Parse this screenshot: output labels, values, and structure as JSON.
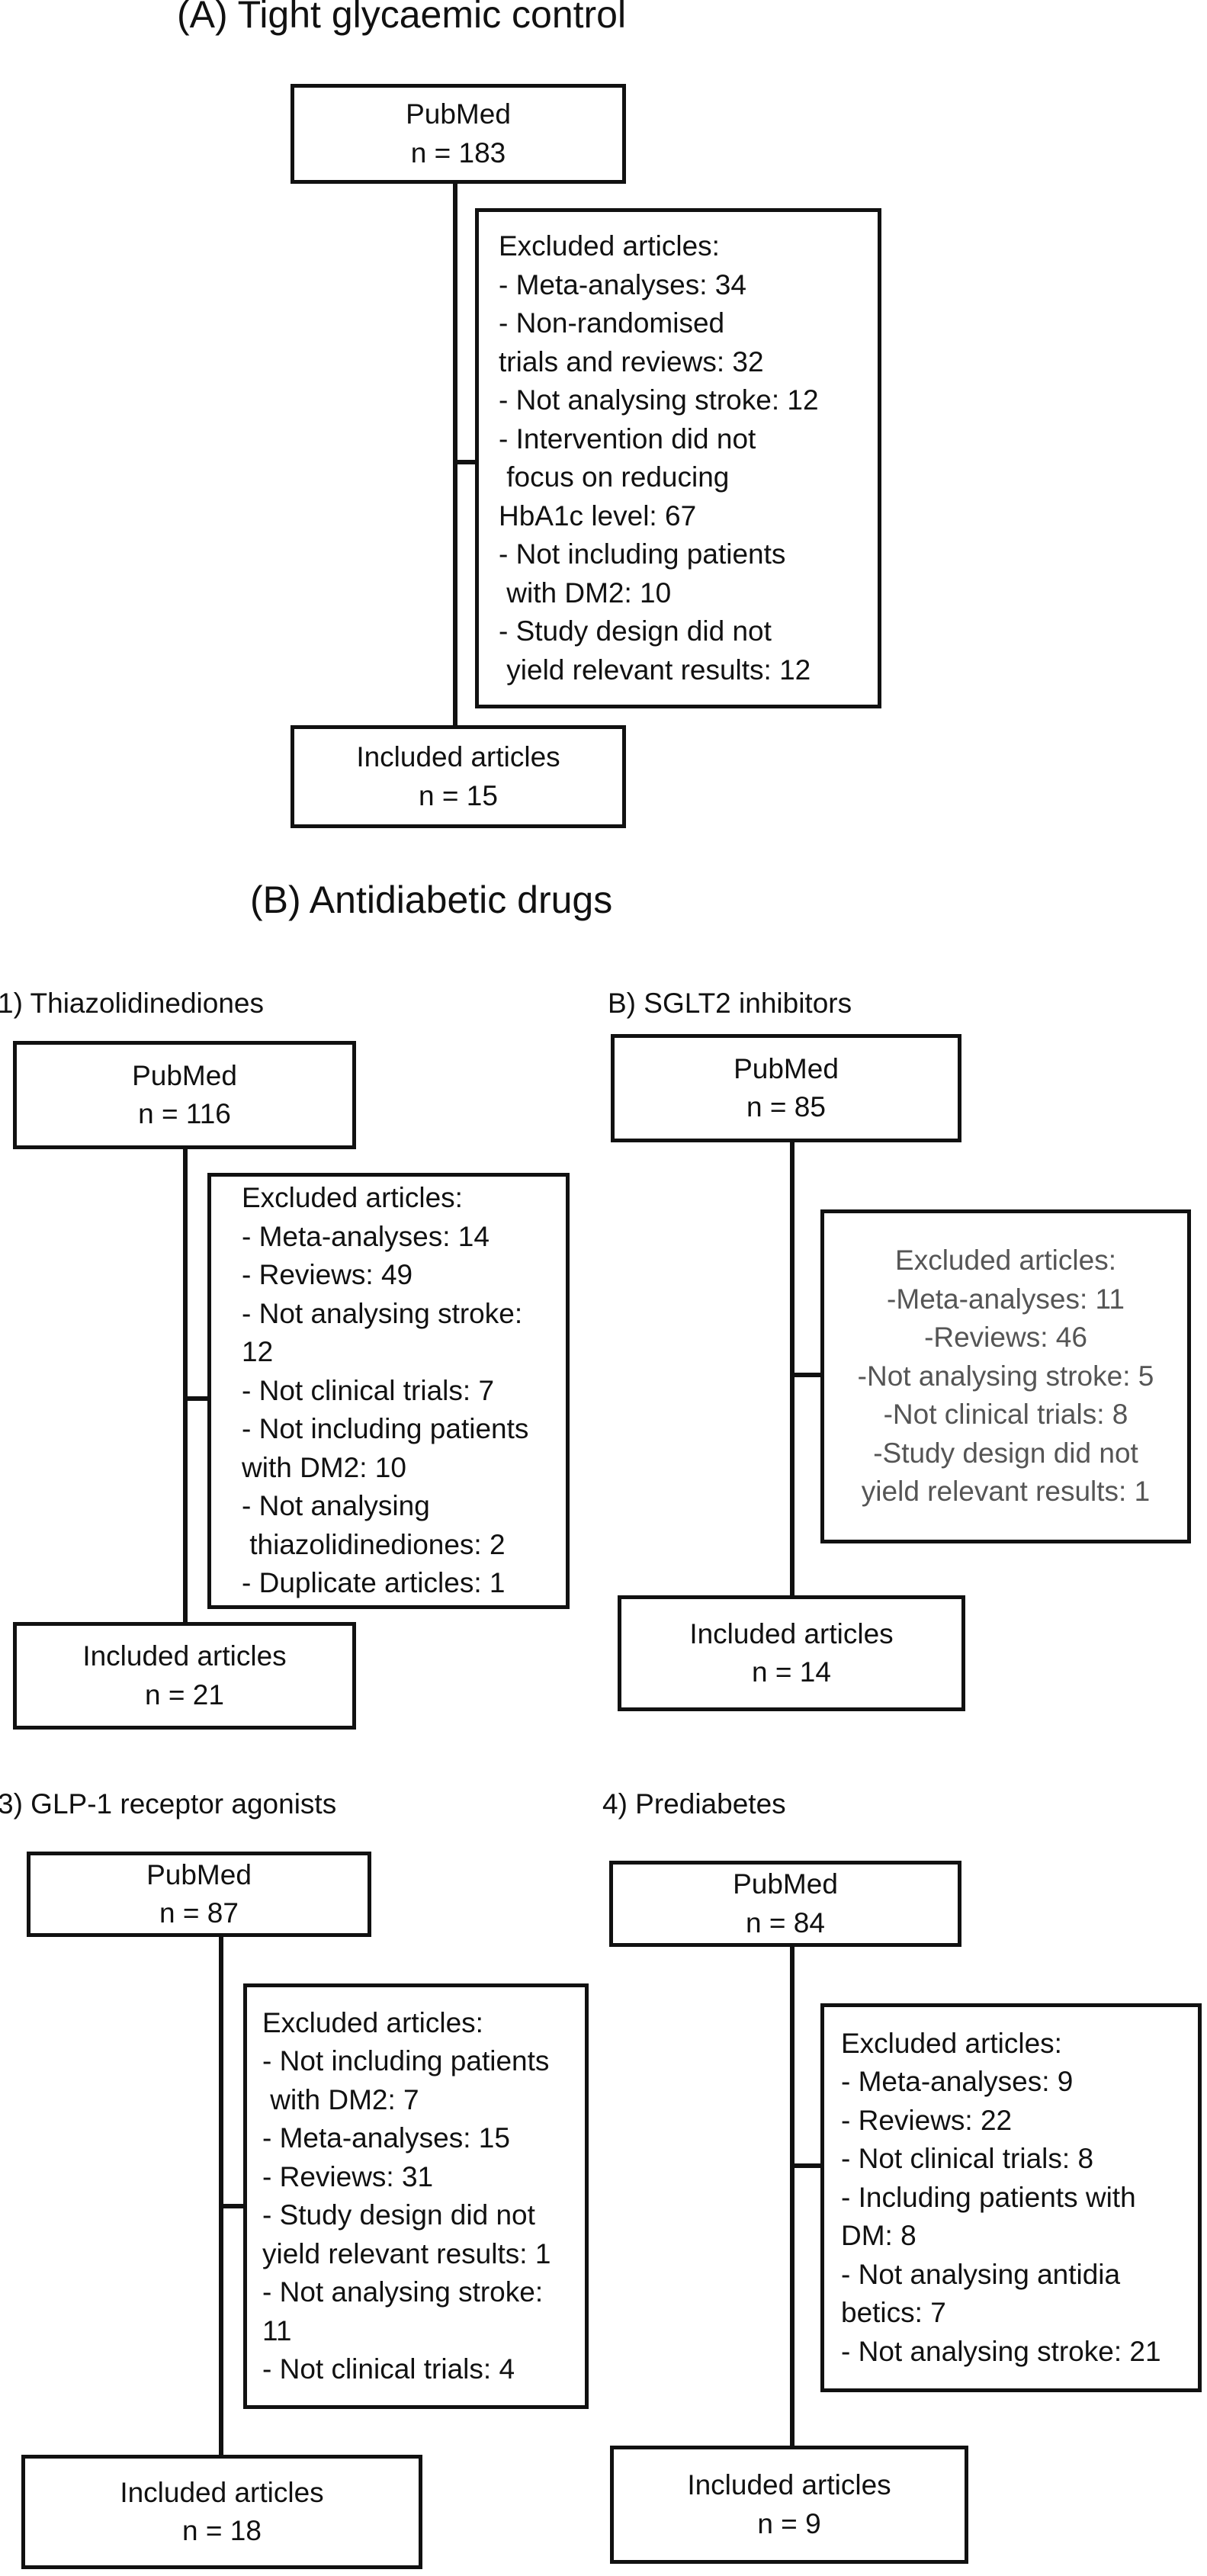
{
  "section_a": {
    "title": "(A) Tight glycaemic control",
    "pubmed": [
      "PubMed",
      "n = 183"
    ],
    "excluded": [
      "Excluded articles:",
      "- Meta-analyses: 34",
      "- Non-randomised",
      "trials and reviews: 32",
      "- Not analysing stroke: 12",
      "- Intervention did not",
      " focus on reducing",
      "HbA1c level: 67",
      "- Not including patients",
      " with DM2: 10",
      "- Study design did not",
      " yield relevant results: 12"
    ],
    "included": [
      "Included articles",
      "n = 15"
    ]
  },
  "section_b": {
    "title": "(B) Antidiabetic drugs",
    "thiazolidinediones": {
      "heading": "1) Thiazolidinediones",
      "pubmed": [
        "PubMed",
        "n = 116"
      ],
      "excluded": [
        "Excluded articles:",
        "- Meta-analyses: 14",
        "- Reviews: 49",
        "- Not analysing stroke:",
        "12",
        "- Not clinical trials: 7",
        "- Not including patients",
        "with DM2: 10",
        "- Not analysing",
        " thiazolidinediones: 2",
        "- Duplicate articles: 1"
      ],
      "included": [
        "Included articles",
        "n = 21"
      ]
    },
    "sglt2": {
      "heading": "B) SGLT2 inhibitors",
      "pubmed": [
        "PubMed",
        "n = 85"
      ],
      "excluded": [
        "Excluded articles:",
        "-Meta-analyses: 11",
        "-Reviews: 46",
        "-Not analysing stroke: 5",
        "-Not clinical trials: 8",
        "-Study design did not",
        "yield relevant results: 1"
      ],
      "included": [
        "Included articles",
        "n = 14"
      ]
    },
    "glp1": {
      "heading": "3) GLP-1 receptor agonists",
      "pubmed": [
        "PubMed",
        "n = 87"
      ],
      "excluded": [
        "Excluded articles:",
        "- Not including patients",
        " with DM2: 7",
        "- Meta-analyses: 15",
        "- Reviews: 31",
        "- Study design did not",
        "yield relevant results: 1",
        "- Not analysing stroke:",
        "11",
        "- Not clinical trials: 4"
      ],
      "included": [
        "Included articles",
        "n = 18"
      ]
    },
    "prediabetes": {
      "heading": "4) Prediabetes",
      "pubmed": [
        "PubMed",
        "n = 84"
      ],
      "excluded": [
        "Excluded articles:",
        "- Meta-analyses: 9",
        "- Reviews: 22",
        "- Not clinical trials: 8",
        "- Including patients with",
        "DM: 8",
        "- Not analysing antidia",
        "betics: 7",
        "- Not analysing stroke: 21"
      ],
      "included": [
        "Included articles",
        "n = 9"
      ]
    }
  }
}
